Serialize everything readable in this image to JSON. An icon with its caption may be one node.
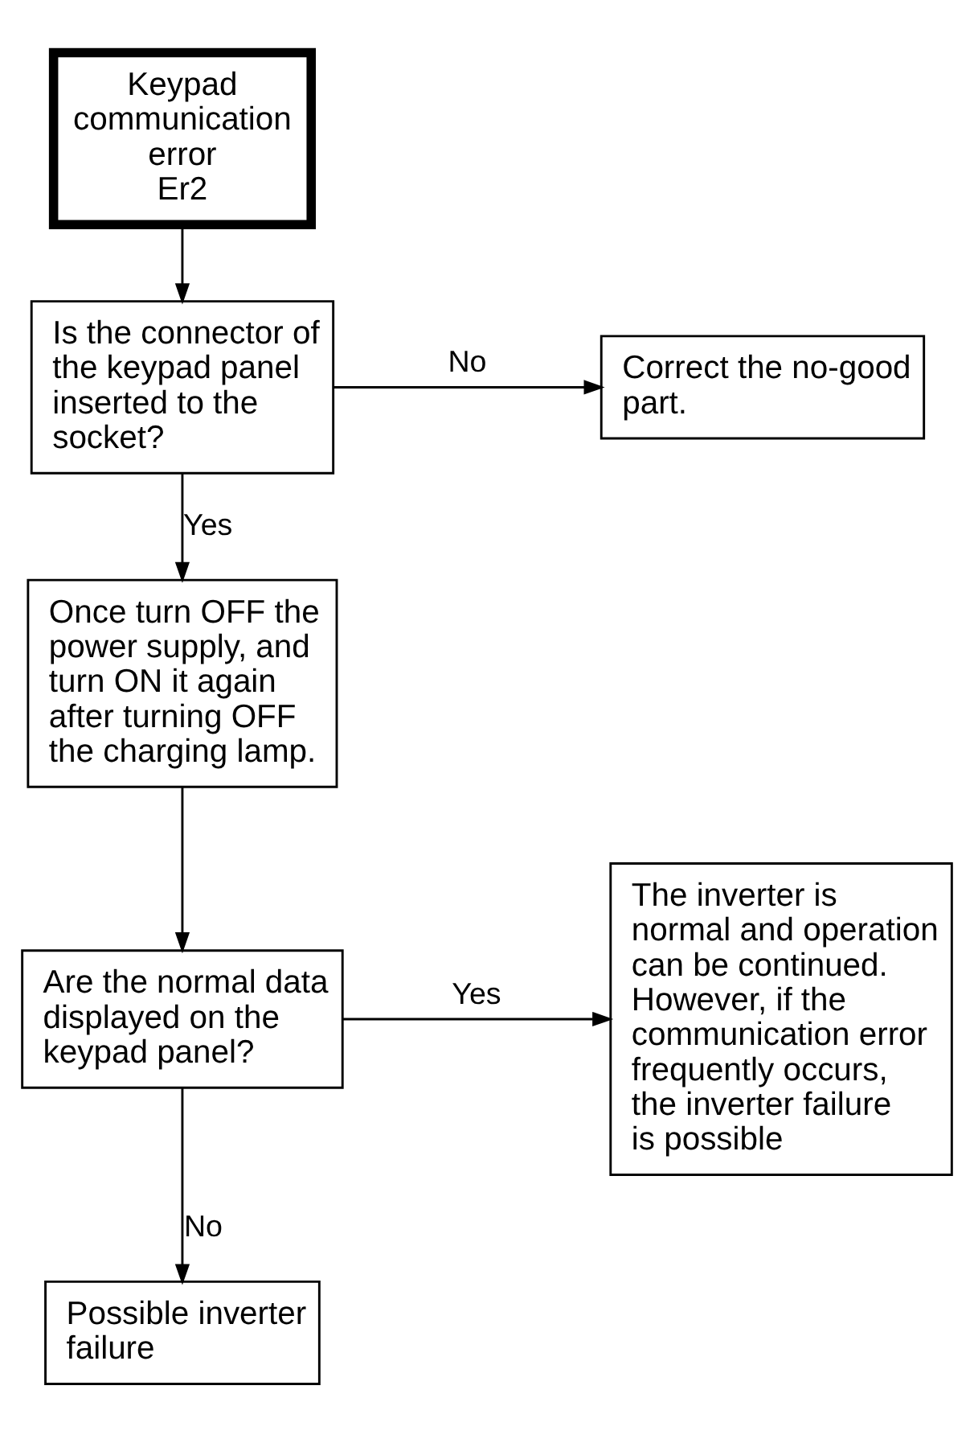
{
  "diagram": {
    "nodes": [
      {
        "text": [
          "Keypad communication error",
          "Er2"
        ]
      },
      {
        "text": [
          "Is the connector of the keypad panel inserted to the socket?"
        ]
      },
      {
        "text": [
          "Correct the no-good part."
        ]
      },
      {
        "text": [
          "Once turn OFF the power supply, and turn ON it again after turning OFF the charging lamp."
        ]
      },
      {
        "text": [
          "Are the normal data displayed on the keypad panel?"
        ]
      },
      {
        "text": [
          "The inverter is normal and operation can be continued. However, if the communication error frequently occurs, the inverter failure is possible"
        ]
      },
      {
        "text": [
          "Possible inverter failure"
        ]
      }
    ],
    "edges": [
      {
        "from": 0,
        "to": 1,
        "arrow": "to"
      },
      {
        "from": 1,
        "to": 2,
        "arrow": "to",
        "label": "No"
      },
      {
        "from": 1,
        "to": 3,
        "arrow": "to",
        "label": "Yes"
      },
      {
        "from": 3,
        "to": 4,
        "arrow": "to"
      },
      {
        "from": 4,
        "to": 5,
        "arrow": "to",
        "label": "Yes"
      },
      {
        "from": 4,
        "to": 6,
        "arrow": "to",
        "label": "No"
      }
    ]
  }
}
